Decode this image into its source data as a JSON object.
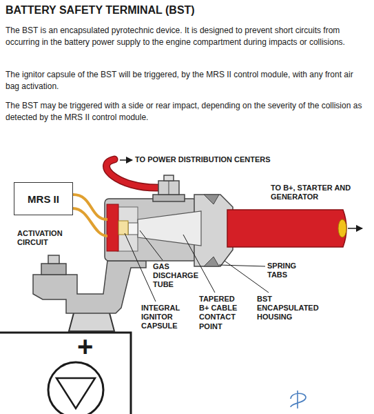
{
  "diagram": {
    "title": "BATTERY SAFETY TERMINAL (BST)",
    "nodes": [
      {
        "text": [
          "MRS II"
        ]
      }
    ],
    "labels": [
      "The BST is an encapsulated pyrotechnic device. It is designed to prevent short circuits from occurring in the battery power supply to the engine compartment during impacts or collisions.",
      "The ignitor capsule of the BST will be triggered, by the MRS II control module, with any front air bag activation.",
      "The BST may be triggered with a side or rear impact, depending on the severity of the collision as detected by the MRS II control module.",
      "TO POWER DISTRIBUTION CENTERS",
      "TO B+, STARTER AND GENERATOR",
      "ACTIVATION CIRCUIT",
      "GAS DISCHARGE TUBE",
      "SPRING TABS",
      "INTEGRAL IGNITOR CAPSULE",
      "TAPERED B+ CABLE CONTACT POINT",
      "BST ENCAPSULATED HOUSING",
      "+"
    ]
  }
}
